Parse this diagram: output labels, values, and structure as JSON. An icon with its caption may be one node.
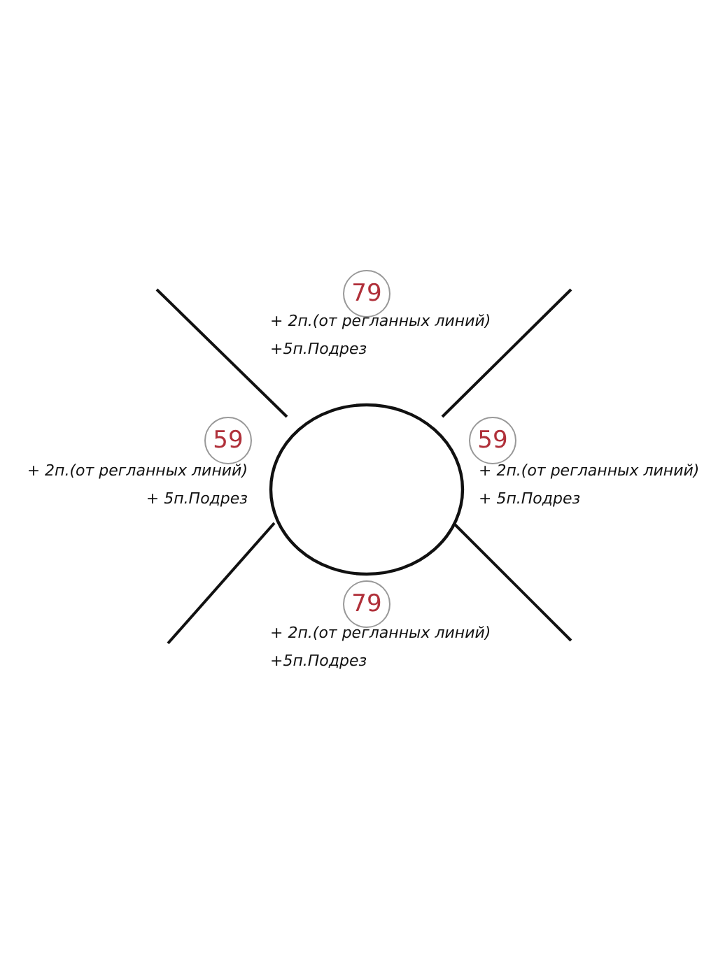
{
  "diagram": {
    "nodes": [
      {
        "text": [],
        "shape": "circle"
      },
      {
        "text": [
          "79"
        ],
        "beside": [
          "+ 2п.(от регланных линий)",
          "+5п.Подрез"
        ]
      },
      {
        "text": [
          "59"
        ],
        "beside": [
          "+ 2п.(от регланных линий)",
          "+ 5п.Подрез"
        ]
      },
      {
        "text": [
          "59"
        ],
        "beside": [
          "+ 2п.(от регланных линий)",
          "+ 5п.Подрез"
        ]
      },
      {
        "text": [
          "79"
        ],
        "beside": [
          "+ 2п.(от регланных линий)",
          "+5п.Подрез"
        ]
      }
    ]
  }
}
